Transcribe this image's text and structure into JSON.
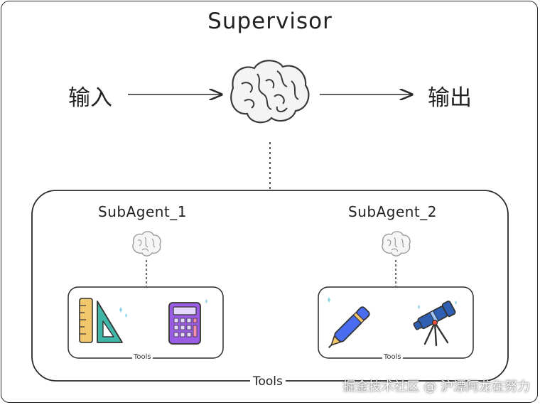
{
  "diagram": {
    "title": "Supervisor",
    "input_label": "输入",
    "output_label": "输出",
    "outer_tools_label": "Tools",
    "subagents": [
      {
        "name": "SubAgent_1",
        "tools_label": "Tools",
        "tool_icons": [
          "ruler-triangle-icon",
          "calculator-icon"
        ]
      },
      {
        "name": "SubAgent_2",
        "tools_label": "Tools",
        "tool_icons": [
          "pen-icon",
          "telescope-icon"
        ]
      }
    ]
  },
  "watermark": "掘金技术社区 @ 沪漂阿龙在努力",
  "colors": {
    "stroke": "#2a2a2a",
    "brain": "#9a9a9a",
    "ruler": "#f2c66b",
    "triangle": "#3fb6a8",
    "calculator": "#9b5de5",
    "pen": "#4a6cf0",
    "telescope": "#2f5fb3"
  }
}
